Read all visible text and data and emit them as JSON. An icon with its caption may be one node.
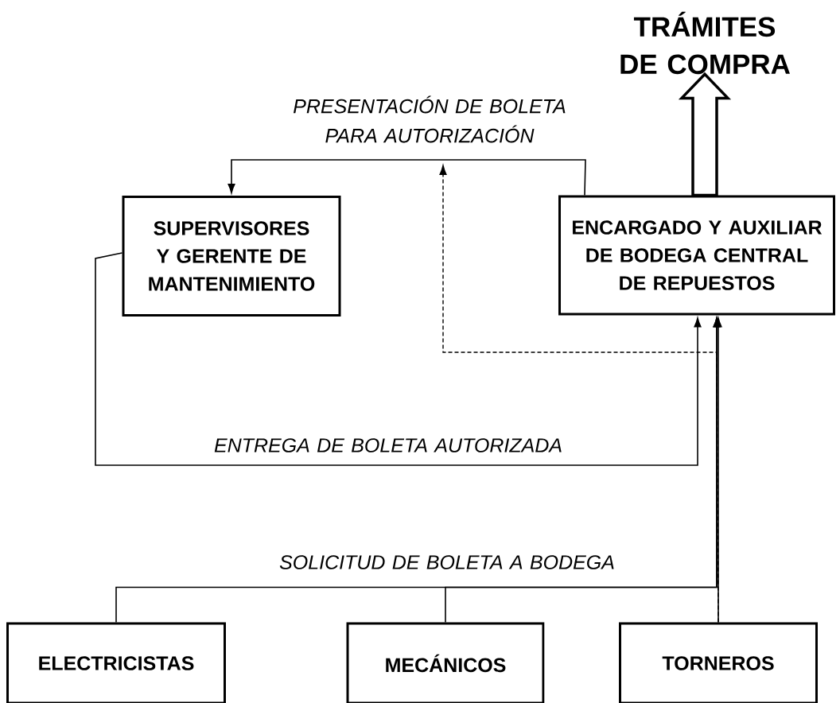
{
  "diagram": {
    "nodes": [
      {
        "text": [
          "TRÁMITES DE COMPRA"
        ]
      },
      {
        "text": [
          "SUPERVISORES Y GERENTE DE MANTENIMIENTO"
        ]
      },
      {
        "text": [
          "ENCARGADO Y AUXILIAR DE BODEGA CENTRAL DE REPUESTOS"
        ]
      },
      {
        "text": [
          "ELECTRICISTAS"
        ]
      },
      {
        "text": [
          "MECÁNICOS"
        ]
      },
      {
        "text": [
          "TORNEROS"
        ]
      }
    ],
    "edges": [
      {
        "from": 2,
        "to": 0,
        "arrow": "to",
        "style": "thick"
      },
      {
        "from": 2,
        "to": 1,
        "arrow": "to",
        "label": "PRESENTACIÓN DE BOLETA PARA AUTORIZACIÓN"
      },
      {
        "from": 5,
        "to": null,
        "arrow": "to",
        "style": "dashed"
      },
      {
        "from": 1,
        "to": 2,
        "arrow": "to",
        "label": "ENTREGA DE BOLETA AUTORIZADA"
      },
      {
        "from": 5,
        "to": 2,
        "arrow": "to"
      },
      {
        "from": 3,
        "to": 2,
        "arrow": "to",
        "label": "SOLICITUD DE BOLETA A BODEGA"
      },
      {
        "from": 4,
        "to": 2,
        "arrow": "to"
      }
    ]
  }
}
